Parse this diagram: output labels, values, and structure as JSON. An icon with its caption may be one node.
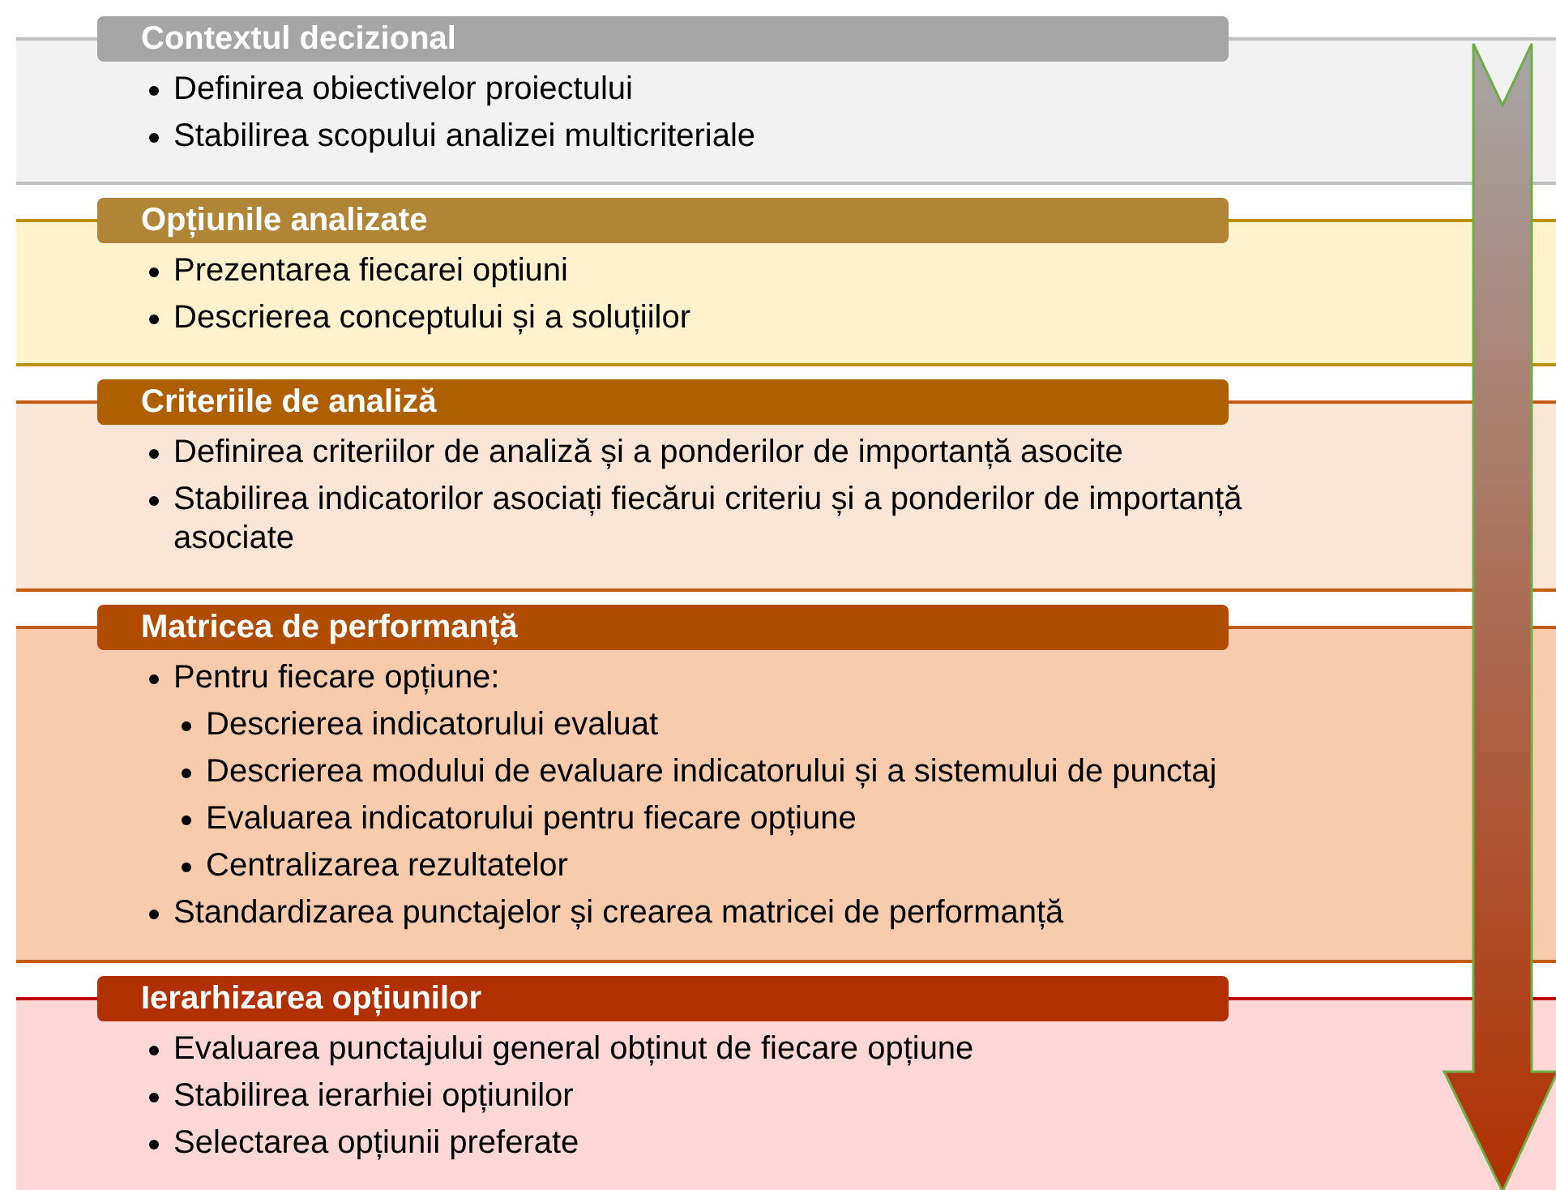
{
  "diagram": {
    "nodes": [
      {
        "text": [
          "Contextul decizional",
          "Definirea obiectivelor proiectului",
          "Stabilirea scopului analizei multicriteriale"
        ]
      },
      {
        "text": [
          "Opțiunile analizate",
          "Prezentarea fiecarei optiuni",
          "Descrierea conceptului și a soluțiilor"
        ]
      },
      {
        "text": [
          "Criteriile de analiză",
          "Definirea criteriilor de analiză și a ponderilor de importanță asocite",
          "Stabilirea indicatorilor asociați fiecărui criteriu și a ponderilor de importanță asociate"
        ]
      },
      {
        "text": [
          "Matricea de performanță",
          "Pentru fiecare opțiune:",
          "Descrierea indicatorului evaluat",
          "Descrierea modului de evaluare indicatorului și a sistemului de punctaj",
          "Evaluarea indicatorului pentru fiecare opțiune",
          "Centralizarea rezultatelor",
          "Standardizarea punctajelor și crearea matricei de performanță"
        ]
      },
      {
        "text": [
          "Ierarhizarea opțiunilor",
          "Evaluarea punctajului general obținut de fiecare opțiune",
          "Stabilirea ierarhiei opțiunilor",
          "Selectarea opțiunii preferate"
        ]
      }
    ],
    "edges": [
      {
        "from": 0,
        "to": 4,
        "arrow": "to"
      }
    ]
  }
}
